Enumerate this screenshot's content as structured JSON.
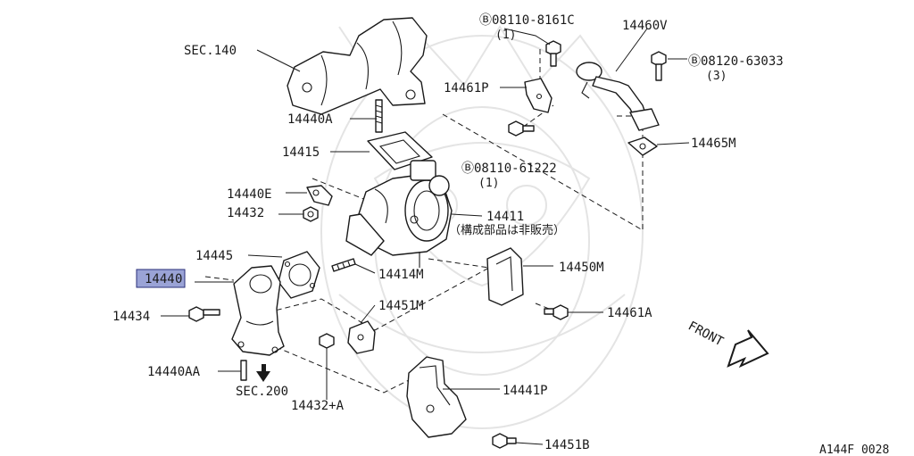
{
  "labels": {
    "sec140": "SEC.140",
    "bolt_8161c": "Ⓑ08110-8161C",
    "bolt_8161c_qty": "(1)",
    "p14460v": "14460V",
    "bolt_63033": "Ⓑ08120-63033",
    "bolt_63033_qty": "(3)",
    "p14461p": "14461P",
    "p14440a": "14440A",
    "p14415": "14415",
    "p14465m": "14465M",
    "bolt_61222": "Ⓑ08110-61222",
    "bolt_61222_qty": "(1)",
    "p14440e": "14440E",
    "p14432": "14432",
    "p14411": "14411",
    "p14411_note": "（構成部品は非販売）",
    "p14445": "14445",
    "p14450m": "14450M",
    "p14440_highlight": "1444",
    "p14440_tail": "0",
    "p14414m": "14414M",
    "p14434": "14434",
    "p14451m": "14451M",
    "p14461a": "14461A",
    "front": "FRONT",
    "p14440aa": "14440AA",
    "sec200": "SEC.200",
    "p14441p": "14441P",
    "p14432a": "14432+A",
    "p14451b": "14451B",
    "diagram_code": "A144F 0028"
  },
  "colors": {
    "highlight": "#9aa3d6",
    "line": "#1a1a1a",
    "watermark": "#e4e4e4"
  }
}
